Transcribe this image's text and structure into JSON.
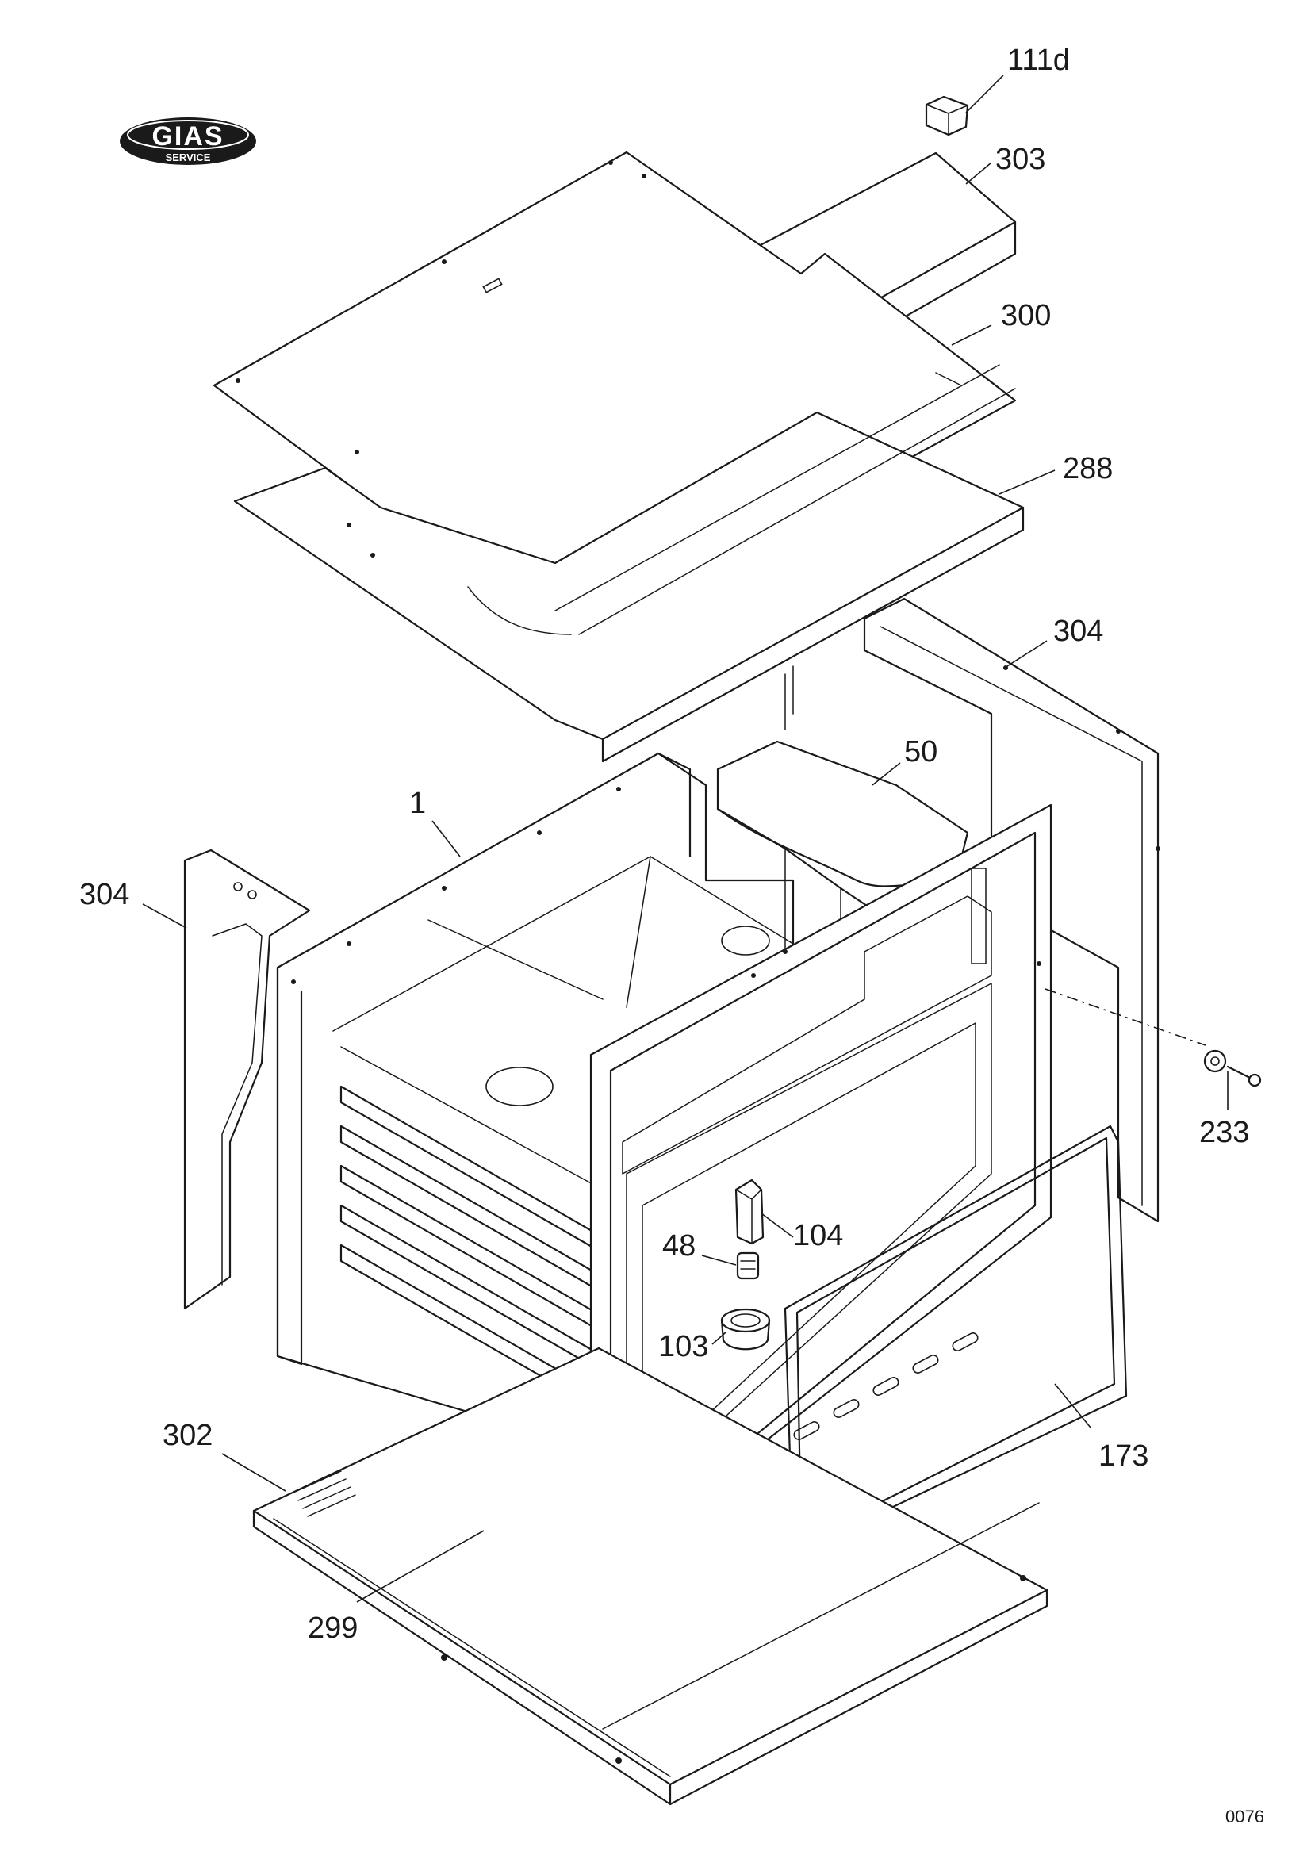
{
  "brand": {
    "logo_name": "GIAS",
    "logo_sub": "SERVICE",
    "colors": {
      "line": "#1a1a1a",
      "background": "#ffffff"
    }
  },
  "drawing_code": "0076",
  "callouts": [
    {
      "id": "c-111d",
      "label": "111d"
    },
    {
      "id": "c-303",
      "label": "303"
    },
    {
      "id": "c-300",
      "label": "300"
    },
    {
      "id": "c-288",
      "label": "288"
    },
    {
      "id": "c-304-right",
      "label": "304"
    },
    {
      "id": "c-50",
      "label": "50"
    },
    {
      "id": "c-1",
      "label": "1"
    },
    {
      "id": "c-304-left",
      "label": "304"
    },
    {
      "id": "c-233",
      "label": "233"
    },
    {
      "id": "c-104",
      "label": "104"
    },
    {
      "id": "c-48",
      "label": "48"
    },
    {
      "id": "c-103",
      "label": "103"
    },
    {
      "id": "c-302",
      "label": "302"
    },
    {
      "id": "c-173",
      "label": "173"
    },
    {
      "id": "c-299",
      "label": "299"
    }
  ]
}
